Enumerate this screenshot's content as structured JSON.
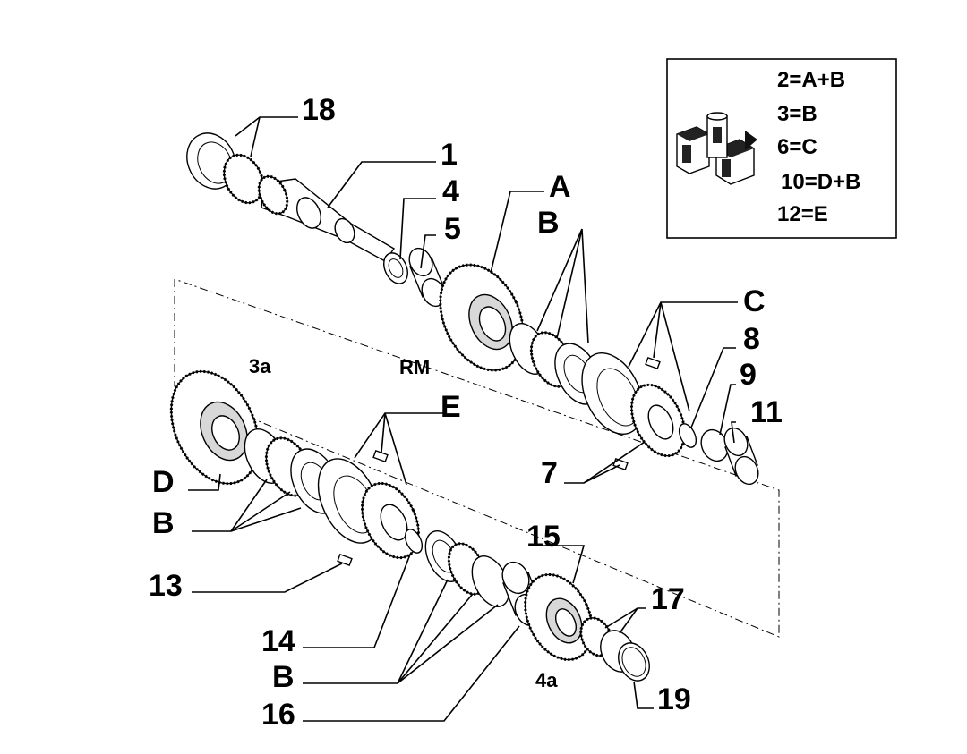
{
  "legend": {
    "lines": [
      "2=A+B",
      "3=B",
      "6=C",
      "10=D+B",
      "12=E"
    ],
    "box_icon": "fiat-part-boxes-icon"
  },
  "callouts": {
    "c18": "18",
    "c1": "1",
    "c4": "4",
    "c5": "5",
    "cA": "A",
    "cB_top": "B",
    "cC": "C",
    "c8": "8",
    "c9": "9",
    "c11": "11",
    "cE": "E",
    "c7": "7",
    "cD": "D",
    "cB_left": "B",
    "c13": "13",
    "c15": "15",
    "c17": "17",
    "c14": "14",
    "cB_bottom": "B",
    "c16": "16",
    "c19": "19"
  },
  "labels": {
    "l3a": "3a",
    "lRM": "RM",
    "l4a": "4a"
  },
  "colors": {
    "ink": "#000000",
    "paper": "#ffffff",
    "shade": "#d8d8d8"
  }
}
